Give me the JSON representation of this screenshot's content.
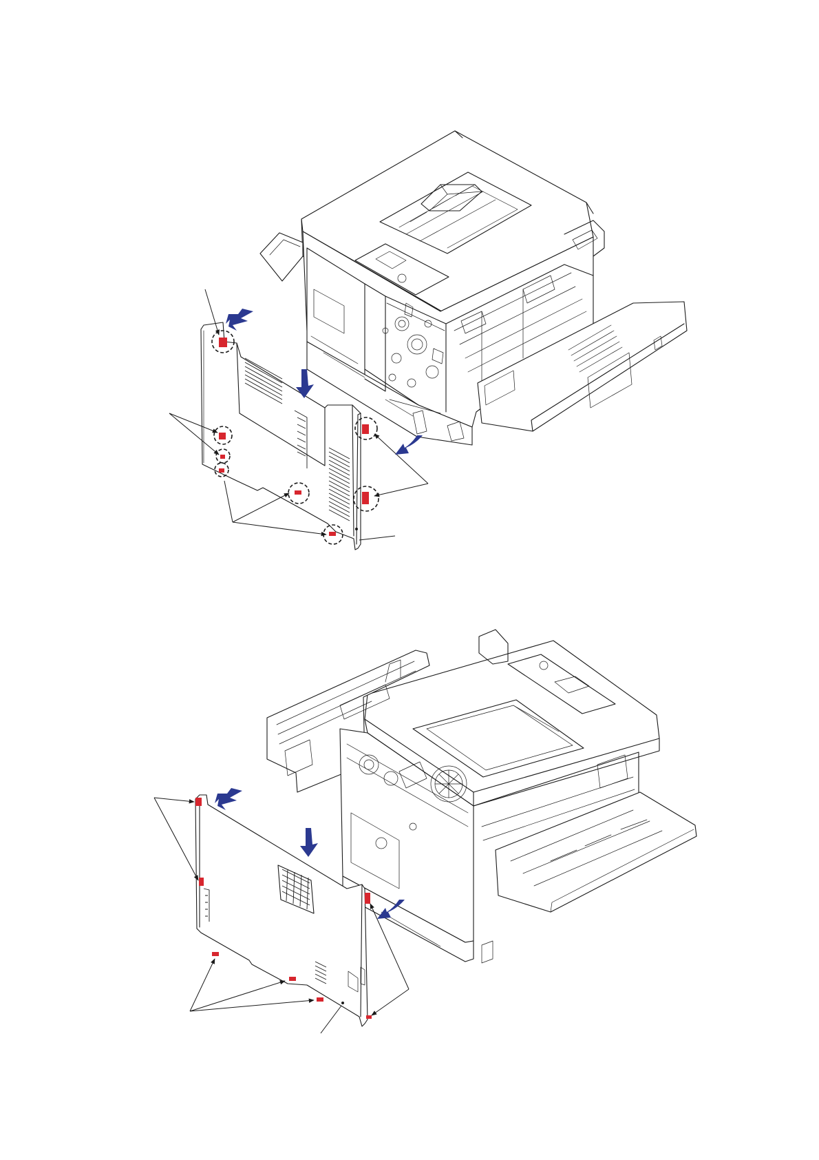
{
  "colors": {
    "line": "#1a1a1a",
    "arrow": "#2b3990",
    "hook": "#d7262e",
    "background": "#ffffff"
  },
  "figures": [
    {
      "side": "right-side-cover",
      "view": "front"
    },
    {
      "side": "left-side-cover",
      "view": "rear"
    }
  ]
}
